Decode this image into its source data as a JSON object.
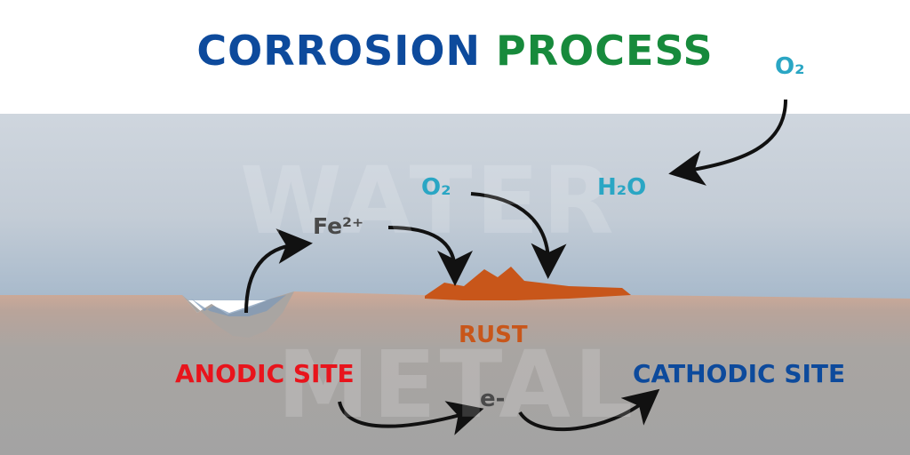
{
  "title": {
    "part1": "CORROSION",
    "part2": "PROCESS"
  },
  "zones": {
    "water": "WATER",
    "metal": "METAL"
  },
  "labels": {
    "o2_air": "O₂",
    "o2_water": "O₂",
    "h2o": "H₂O",
    "iron_ion": "Fe²⁺",
    "rust": "RUST",
    "anodic_site": "ANODIC SITE",
    "cathodic_site": "CATHODIC SITE",
    "electron": "e-"
  },
  "colors": {
    "title_primary": "#0d4a9c",
    "title_secondary": "#178a3c",
    "chemical": "#2aa6c4",
    "rust": "#c8561a",
    "anodic": "#e8141c",
    "cathodic": "#0d4a9c",
    "ion_text": "#4a4a4a"
  }
}
